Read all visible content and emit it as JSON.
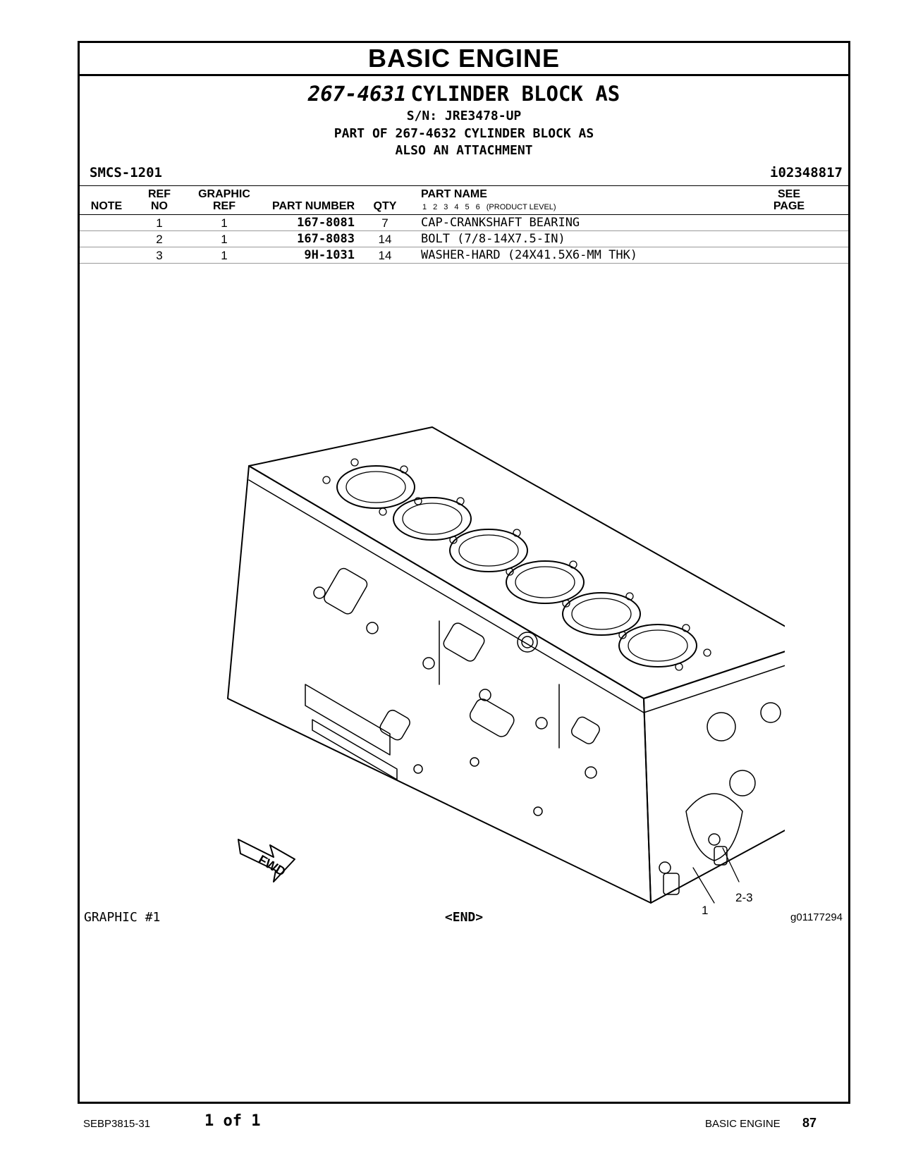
{
  "header": {
    "section_title": "BASIC ENGINE",
    "part_number": "267-4631",
    "part_title": "CYLINDER BLOCK AS",
    "serial": "S/N: JRE3478-UP",
    "part_of": "PART OF 267-4632 CYLINDER BLOCK AS",
    "also": "ALSO AN ATTACHMENT",
    "smcs": "SMCS-1201",
    "ident": "i02348817"
  },
  "table": {
    "columns": {
      "note": "NOTE",
      "ref_top": "REF",
      "ref_bottom": "NO",
      "graphic_top": "GRAPHIC",
      "graphic_bottom": "REF",
      "part_number": "PART NUMBER",
      "qty": "QTY",
      "part_name": "PART NAME",
      "levels": [
        "1",
        "2",
        "3",
        "4",
        "5",
        "6"
      ],
      "levels_label": "(PRODUCT LEVEL)",
      "see_top": "SEE",
      "see_bottom": "PAGE"
    },
    "rows": [
      {
        "note": "",
        "ref": "1",
        "graphic": "1",
        "part_number": "167-8081",
        "qty": "7",
        "name": "CAP-CRANKSHAFT BEARING"
      },
      {
        "note": "",
        "ref": "2",
        "graphic": "1",
        "part_number": "167-8083",
        "qty": "14",
        "name": "BOLT (7/8-14X7.5-IN)"
      },
      {
        "note": "",
        "ref": "3",
        "graphic": "1",
        "part_number": "9H-1031",
        "qty": "14",
        "name": "WASHER-HARD (24X41.5X6-MM THK)"
      }
    ]
  },
  "graphic": {
    "label": "GRAPHIC #1",
    "end": "<END>",
    "id": "g01177294",
    "fwd": "FWD",
    "callout_1": "1",
    "callout_2": "2-3"
  },
  "footer": {
    "doc": "SEBP3815-31",
    "page_of": "1 of 1",
    "section": "BASIC ENGINE",
    "page": "87"
  }
}
